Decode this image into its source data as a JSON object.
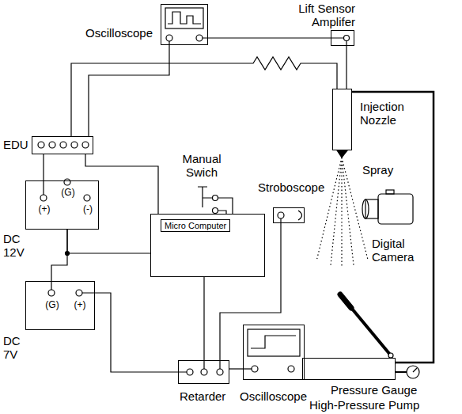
{
  "diagram": {
    "nodes": [
      {
        "text": [
          "Oscilloscope"
        ]
      },
      {
        "text": [
          "Lift Sensor Amplifer"
        ]
      },
      {
        "text": [
          "Injection Nozzle"
        ]
      },
      {
        "text": [
          "EDU"
        ]
      },
      {
        "text": [
          "Micro Computer"
        ]
      },
      {
        "text": [
          "Stroboscope"
        ]
      },
      {
        "text": [
          "DC 12V",
          "(+)",
          "(G)",
          "(-)"
        ]
      },
      {
        "text": [
          "DC 7V",
          "(G)",
          "(+)"
        ]
      },
      {
        "text": [
          "Retarder"
        ]
      },
      {
        "text": [
          "Oscilloscope"
        ]
      },
      {
        "text": [
          "High-Pressure Pump"
        ]
      }
    ],
    "edges": [
      {
        "from": 0,
        "to": 1,
        "arrow": "none"
      },
      {
        "from": 1,
        "to": 2,
        "arrow": "none"
      },
      {
        "from": 3,
        "to": 2,
        "arrow": "none"
      },
      {
        "from": 0,
        "to": 3,
        "arrow": "none"
      },
      {
        "from": 6,
        "to": 3,
        "arrow": "none"
      },
      {
        "from": 3,
        "to": 4,
        "arrow": "none"
      },
      {
        "from": 6,
        "to": 7,
        "arrow": "none"
      },
      {
        "from": 6,
        "to": 4,
        "arrow": "none"
      },
      {
        "from": 7,
        "to": 8,
        "arrow": "none"
      },
      {
        "from": 4,
        "to": 8,
        "arrow": "none"
      },
      {
        "from": 5,
        "to": 8,
        "arrow": "none"
      },
      {
        "from": 8,
        "to": 9,
        "arrow": "none"
      },
      {
        "from": 10,
        "to": 2,
        "arrow": "none"
      }
    ],
    "labels": [
      "Manual Swich",
      "Spray",
      "Digital Camera",
      "Pressure Gauge"
    ]
  }
}
